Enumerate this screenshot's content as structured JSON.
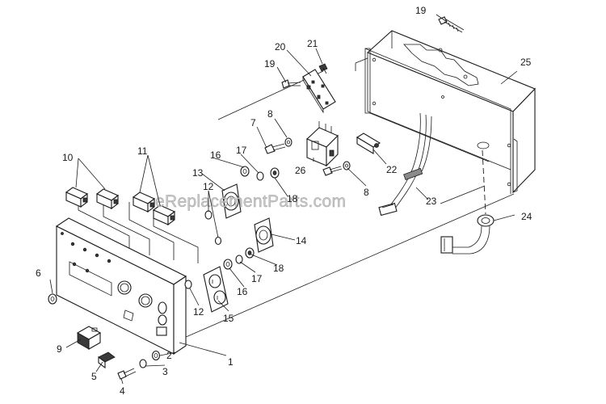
{
  "watermark": "eReplacementParts.com",
  "callouts": {
    "c1": "1",
    "c2": "2",
    "c3": "3",
    "c4": "4",
    "c5": "5",
    "c6": "6",
    "c7": "7",
    "c8a": "8",
    "c8b": "8",
    "c9": "9",
    "c10": "10",
    "c11": "11",
    "c12a": "12",
    "c12b": "12",
    "c13": "13",
    "c14": "14",
    "c15": "15",
    "c16a": "16",
    "c16b": "16",
    "c17a": "17",
    "c17b": "17",
    "c18a": "18",
    "c18b": "18",
    "c19a": "19",
    "c19b": "19",
    "c20": "20",
    "c21": "21",
    "c22": "22",
    "c23": "23",
    "c24": "24",
    "c25": "25",
    "c26": "26"
  }
}
